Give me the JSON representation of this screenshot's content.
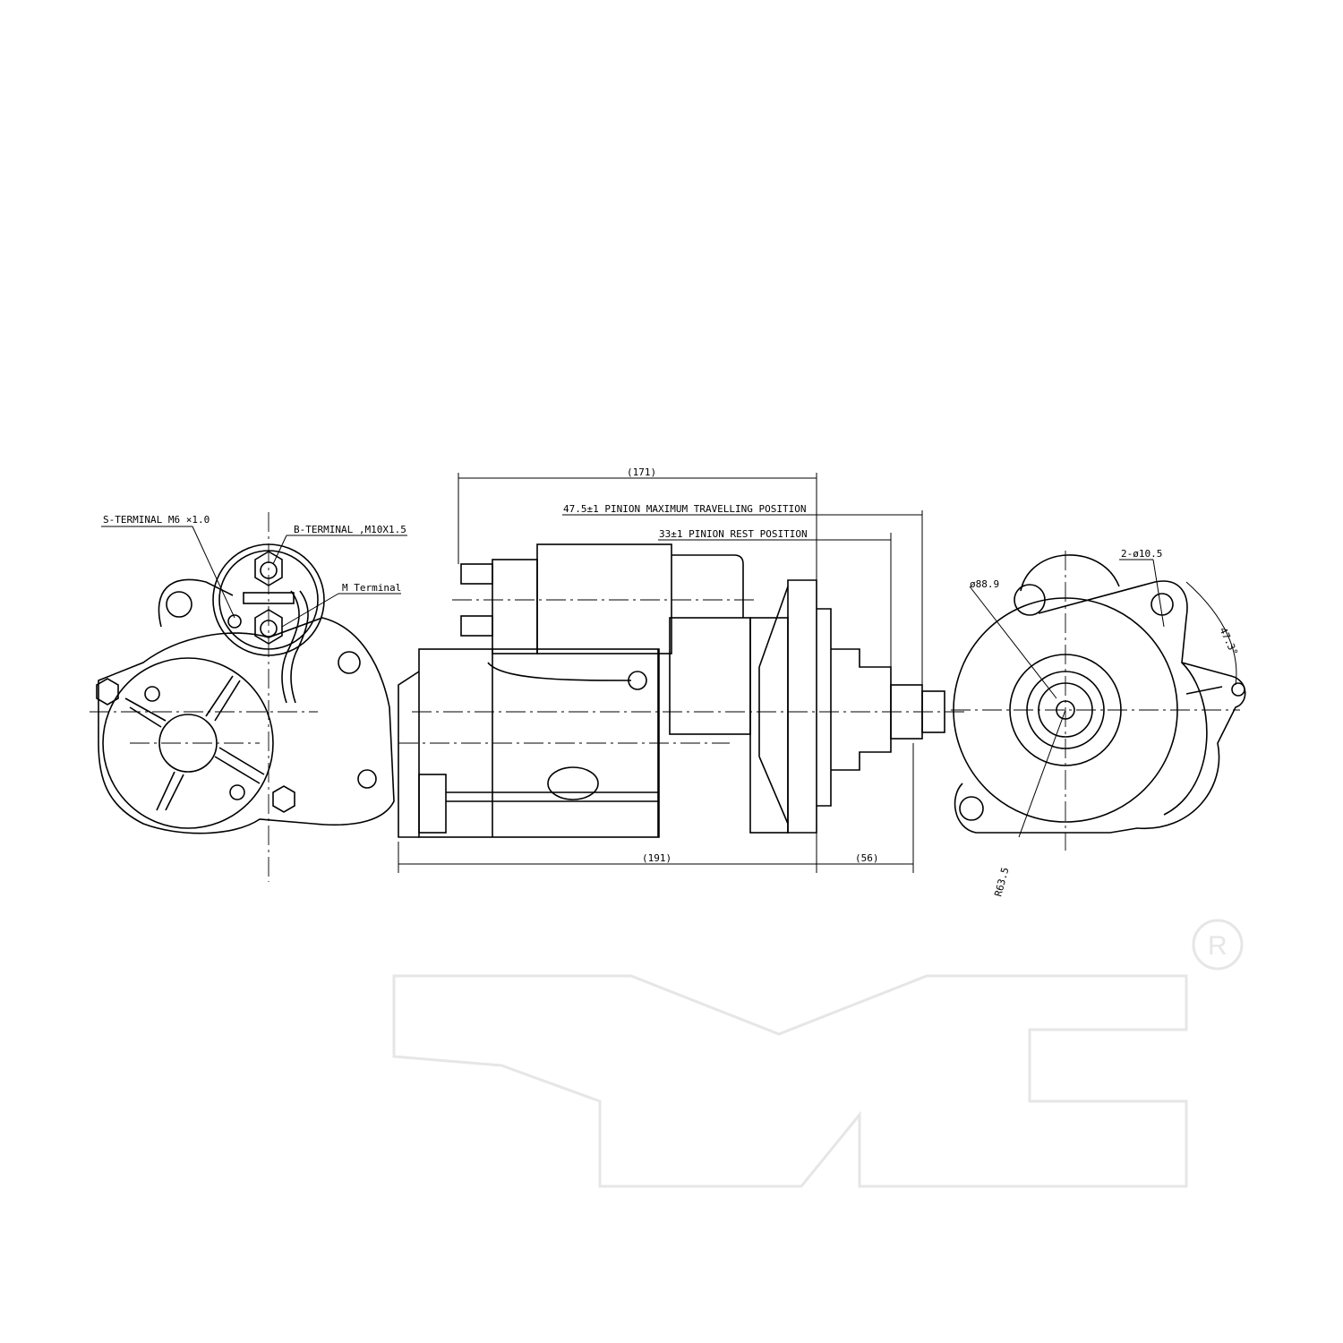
{
  "labels": {
    "s_terminal": "S-TERMINAL M6 ×1.0",
    "b_terminal": "B-TERMINAL ,M10X1.5",
    "m_terminal": "M Terminal",
    "dim_171": "(171)",
    "dim_191": "(191)",
    "dim_56": "(56)",
    "pinion_max": "47.5±1 PINION MAXIMUM TRAVELLING POSITION",
    "pinion_rest": "33±1 PINION REST POSITION",
    "pilot_dia": "ø88.9",
    "holes": "2-ø10.5",
    "angle": "47.3°",
    "radius": "R63.5"
  },
  "logo": {
    "text": "TYC",
    "mark": "®",
    "color": "#e6e6e6"
  }
}
